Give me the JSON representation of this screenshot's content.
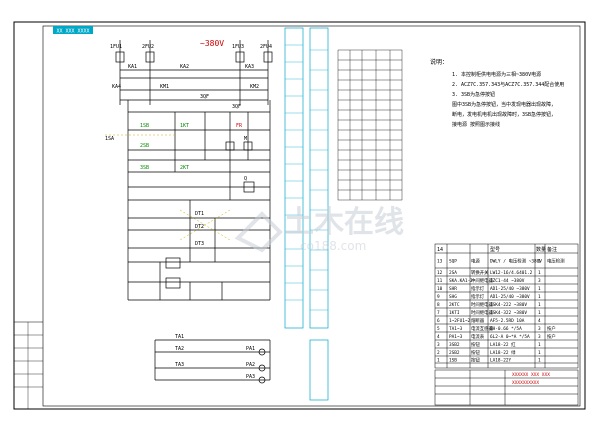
{
  "header_tag": "XX XXX XXXX",
  "voltage_label": "~380V",
  "top_labels": {
    "fu1": "1FU1",
    "fu2": "2FU2",
    "fu3": "1FU3",
    "fu4": "2FU4",
    "ka1": "KA1",
    "ka2": "KA2",
    "ka3": "KA3",
    "ka4": "KA4",
    "km1": "KM1",
    "km2": "KM2",
    "qf1": "3QF",
    "qf2": "3QF"
  },
  "circuit_labels": {
    "sb1": "1SB",
    "sb2": "2SB",
    "sb3": "3SB",
    "sa": "1SA",
    "kt1": "1KT",
    "kt2": "2KT",
    "dt1": "DT1",
    "dt2": "DT2",
    "dt3": "DT3",
    "fr": "FR",
    "q": "Q",
    "m": "M",
    "ta1": "TA1",
    "ta2": "TA2",
    "ta3": "TA3",
    "pa1": "PA1",
    "pa2": "PA2",
    "pa3": "PA3"
  },
  "notes": {
    "title": "说明：",
    "lines": [
      "1. 本控制柜供电电源为三相~380V电源",
      "2. ACZ7C.357.343与ACZ7C.357.344配合使用",
      "3. 3SB为急停按钮",
      "图中3SB为急停按钮，当中发现电器出现故障，",
      "断电，发电机电机出现故障时，3SB急停按钮，",
      "接电源 按照图示接线"
    ]
  },
  "parts_table": {
    "header": [
      "14",
      "",
      "型号",
      "",
      "数量",
      "备注"
    ],
    "rows": [
      {
        "no": "13",
        "code": "SQP",
        "name": "电源",
        "model": "DWLY / 电压检测 ~380V",
        "qty": "1",
        "note": "电压检测"
      },
      {
        "no": "12",
        "code": "2SA",
        "name": "转换开关",
        "model": "LW12-16/4.6401.2",
        "qty": "1",
        "note": ""
      },
      {
        "no": "11",
        "code": "SKA.KA1-2",
        "name": "中间继电器",
        "model": "JZC1-44  ~380V",
        "qty": "3",
        "note": ""
      },
      {
        "no": "10",
        "code": "SHR",
        "name": "指示灯",
        "model": "AD1-25/40 ~380V",
        "qty": "1",
        "note": ""
      },
      {
        "no": "9",
        "code": "SHG",
        "name": "指示灯",
        "model": "AD1-25/40 ~380V",
        "qty": "1",
        "note": ""
      },
      {
        "no": "8",
        "code": "2KTC",
        "name": "时间继电器",
        "model": "JSK4-222 ~380V",
        "qty": "1",
        "note": ""
      },
      {
        "no": "7",
        "code": "1KTI",
        "name": "时间继电器",
        "model": "JSK4-322 ~380V",
        "qty": "1",
        "note": ""
      },
      {
        "no": "6",
        "code": "1~2FU1~2",
        "name": "熔断器",
        "model": "AF5-2.5RD 10A",
        "qty": "4",
        "note": ""
      },
      {
        "no": "5",
        "code": "TA1~3",
        "name": "电流互感器",
        "model": "BH-0.66 */5A",
        "qty": "3",
        "note": "按户"
      },
      {
        "no": "4",
        "code": "PA1~3",
        "name": "电流表",
        "model": "6L2-A 0~*A */5A",
        "qty": "3",
        "note": "按户"
      },
      {
        "no": "3",
        "code": "3SB2",
        "name": "按钮",
        "model": "LA18-22 红",
        "qty": "1",
        "note": ""
      },
      {
        "no": "2",
        "code": "2SB2",
        "name": "按钮",
        "model": "LA18-22 绿",
        "qty": "1",
        "note": ""
      },
      {
        "no": "1",
        "code": "1SB",
        "name": "按钮",
        "model": "LA18-22Y",
        "qty": "1",
        "note": ""
      }
    ]
  },
  "title_block": {
    "line1": "XXXXXX XXX XXX",
    "line2": "XXXXXXXXXX"
  },
  "watermark": {
    "main": "土木在线",
    "sub": "co188.com"
  },
  "colors": {
    "background": "#ffffff",
    "frame": "#000000",
    "wire": "#000000",
    "label_green": "#008a00",
    "label_red": "#cc0000",
    "accent_cyan": "#00a8c8",
    "label_magenta": "#b000b0",
    "tag_fill": "#00a8c8",
    "watermark": "#c8ced6"
  }
}
